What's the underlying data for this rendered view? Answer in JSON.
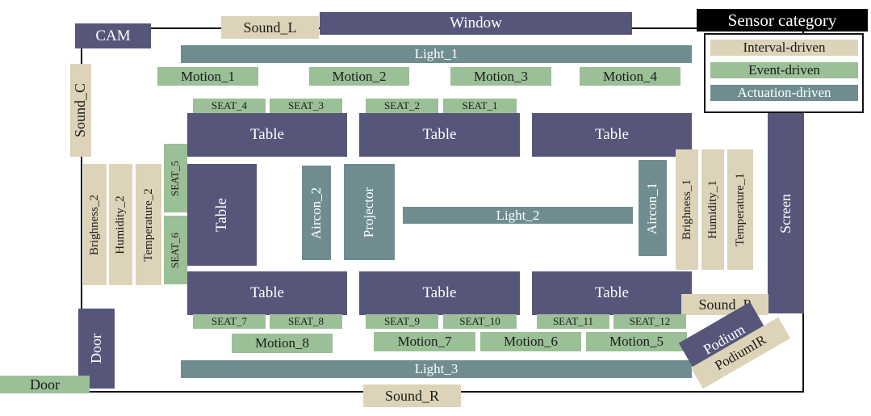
{
  "legend": {
    "title": "Sensor category",
    "items": [
      {
        "label": "Interval-driven",
        "color": "#ddd3b8"
      },
      {
        "label": "Event-driven",
        "color": "#9bbf97"
      },
      {
        "label": "Actuation-driven",
        "color": "#6f8d90"
      }
    ]
  },
  "furniture_color": "#56567a",
  "labels": {
    "cam": "CAM",
    "window": "Window",
    "sound_l": "Sound_L",
    "sound_c": "Sound_C",
    "sound_p": "Sound_P",
    "sound_r": "Sound_R",
    "light_1": "Light_1",
    "light_2": "Light_2",
    "light_3": "Light_3",
    "motion_1": "Motion_1",
    "motion_2": "Motion_2",
    "motion_3": "Motion_3",
    "motion_4": "Motion_4",
    "motion_5": "Motion_5",
    "motion_6": "Motion_6",
    "motion_7": "Motion_7",
    "motion_8": "Motion_8",
    "seat_1": "SEAT_1",
    "seat_2": "SEAT_2",
    "seat_3": "SEAT_3",
    "seat_4": "SEAT_4",
    "seat_5": "SEAT_5",
    "seat_6": "SEAT_6",
    "seat_7": "SEAT_7",
    "seat_8": "SEAT_8",
    "seat_9": "SEAT_9",
    "seat_10": "SEAT_10",
    "seat_11": "SEAT_11",
    "seat_12": "SEAT_12",
    "table": "Table",
    "brighness_1": "Brighness_1",
    "brighness_2": "Brighness_2",
    "humidity_1": "Humidity_1",
    "humidity_2": "Humidity_2",
    "temperature_1": "Temperature_1",
    "temperature_2": "Temperature_2",
    "aircon_1": "Aircon_1",
    "aircon_2": "Aircon_2",
    "projector": "Projector",
    "screen": "Screen",
    "podium": "Podium",
    "podium_ir": "PodiumIR",
    "door": "Door"
  }
}
